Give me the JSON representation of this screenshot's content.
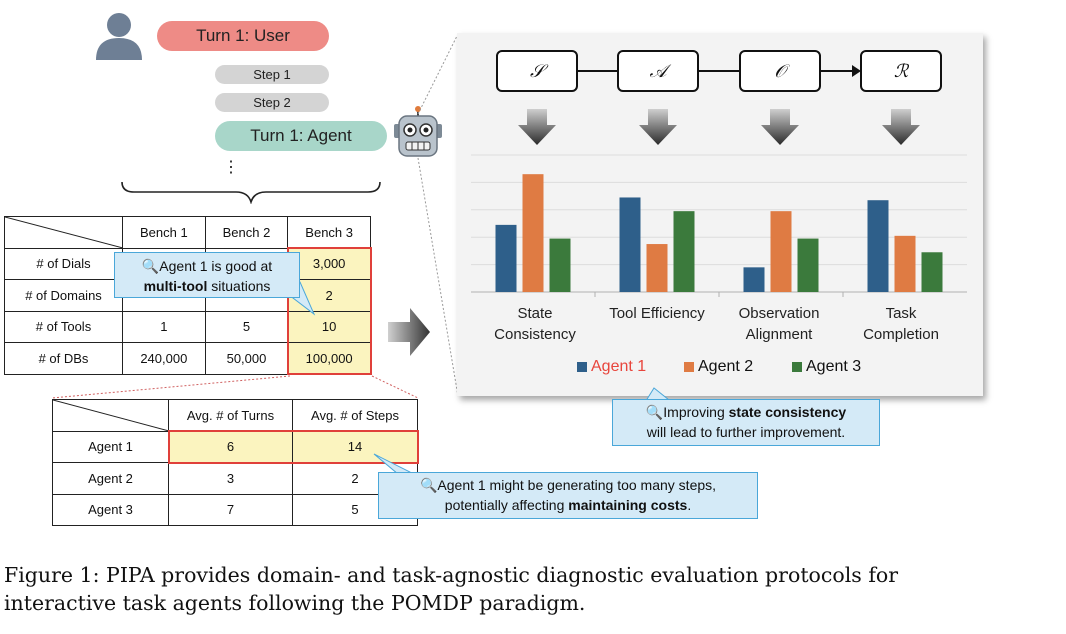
{
  "conversation": {
    "turn1_user": "Turn 1: User",
    "step1": "Step 1",
    "step2": "Step 2",
    "turn1_agent": "Turn 1: Agent",
    "ellipsis": "⋮"
  },
  "bench_table": {
    "headers": [
      "",
      "Bench 1",
      "Bench 2",
      "Bench 3"
    ],
    "rows": [
      {
        "label": "# of Dials",
        "b1": "",
        "b2": "",
        "b3": "3,000"
      },
      {
        "label": "# of Domains",
        "b1": "",
        "b2": "",
        "b3": "2"
      },
      {
        "label": "# of Tools",
        "b1": "1",
        "b2": "5",
        "b3": "10"
      },
      {
        "label": "# of DBs",
        "b1": "240,000",
        "b2": "50,000",
        "b3": "100,000"
      }
    ]
  },
  "callout_tool": {
    "line1": "Agent 1 is good at",
    "bold": "multi-tool",
    "rest": " situations"
  },
  "agent_table": {
    "headers": [
      "",
      "Avg. # of Turns",
      "Avg. # of Steps"
    ],
    "rows": [
      {
        "label": "Agent 1",
        "turns": "6",
        "steps": "14"
      },
      {
        "label": "Agent 2",
        "turns": "3",
        "steps": "2"
      },
      {
        "label": "Agent 3",
        "turns": "7",
        "steps": "5"
      }
    ]
  },
  "callout_steps": {
    "line1": "Agent 1 might be generating too many steps,",
    "line2_pre": "potentially affecting ",
    "bold": "maintaining costs",
    "line2_post": "."
  },
  "pomdp": {
    "boxes": [
      "𝒮",
      "𝒜",
      "𝒪",
      "ℛ"
    ]
  },
  "chart_data": {
    "type": "bar",
    "categories": [
      "State Consistency",
      "Tool Efficiency",
      "Observation Alignment",
      "Task Completion"
    ],
    "category_lines": [
      [
        "State",
        "Consistency"
      ],
      [
        "Tool Efficiency"
      ],
      [
        "Observation",
        "Alignment"
      ],
      [
        "Task",
        "Completion"
      ]
    ],
    "series": [
      {
        "name": "Agent 1",
        "color": "#2e5f8a",
        "values": [
          4.9,
          6.9,
          1.8,
          6.7
        ]
      },
      {
        "name": "Agent 2",
        "color": "#df7b43",
        "values": [
          8.6,
          3.5,
          5.9,
          4.1
        ]
      },
      {
        "name": "Agent 3",
        "color": "#3b7a3c",
        "values": [
          3.9,
          5.9,
          3.9,
          2.9
        ]
      }
    ],
    "ylim": [
      0,
      10
    ],
    "grid": true,
    "legend": "bottom",
    "highlight_series": "Agent 1",
    "highlight_color": "#e8453c"
  },
  "callout_state": {
    "pre": "Improving ",
    "bold": "state consistency",
    "line2": "will lead to further improvement."
  },
  "caption": {
    "line1": "Figure 1: PIPA provides domain- and task-agnostic diagnostic evaluation protocols for",
    "line2": "interactive task agents following the POMDP paradigm."
  },
  "colors": {
    "user_pill": "#ee8b86",
    "agent_pill": "#a8d6c9",
    "highlight_fill": "#fbf4bf",
    "highlight_border": "#e0403a",
    "callout_fill": "#d4eaf7",
    "callout_border": "#4aa7d9"
  }
}
